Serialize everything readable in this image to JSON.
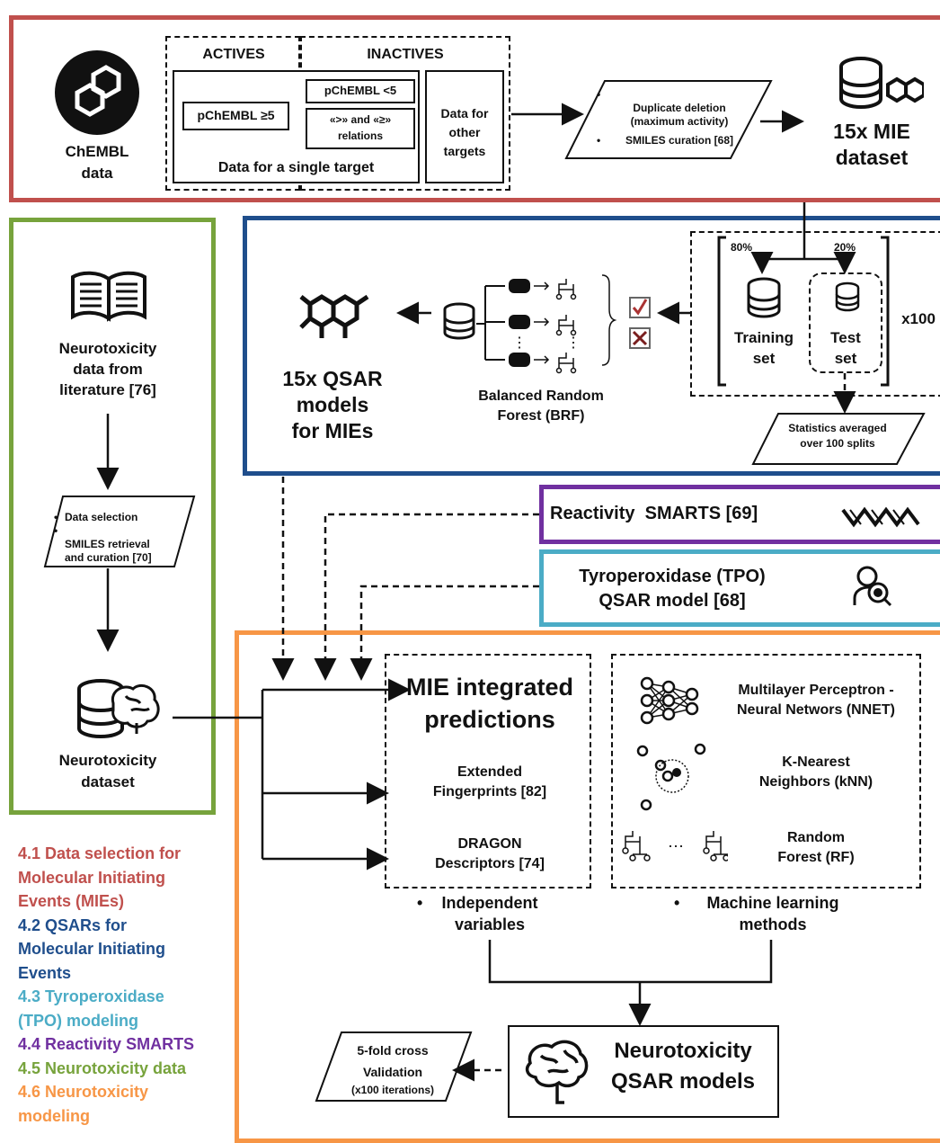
{
  "colors": {
    "mie_red": "#c0504d",
    "qsar_blue": "#1f4e8c",
    "tpo_cyan": "#4bacc6",
    "reactivity_purple": "#7030a0",
    "neurotox_green": "#77a33c",
    "modeling_orange": "#f79646"
  },
  "section_mie": {
    "chembl_label": "ChEMBL\ndata",
    "actives_header": "ACTIVES",
    "inactives_header": "INACTIVES",
    "pchembl_active": "pChEMBL ≥5",
    "pchembl_inactive": "pChEMBL <5",
    "relations": "«>» and «≥»\nrelations",
    "other_targets": "Data for\nother\ntargets",
    "single_target": "Data for a single target",
    "curation_steps": [
      "Duplicate deletion\n(maximum activity)",
      "SMILES curation [68]"
    ],
    "dataset_label": "15x MIE\ndataset"
  },
  "section_qsar": {
    "split_train_pct": "80%",
    "split_test_pct": "20%",
    "training_set": "Training\nset",
    "test_set": "Test\nset",
    "repeat": "x100",
    "statistics": "Statistics averaged\nover 100 splits",
    "brf_label": "Balanced Random\nForest (BRF)",
    "models_label": "15x QSAR\nmodels\nfor MIEs"
  },
  "section_neurotox": {
    "literature": "Neurotoxicity\ndata from\nliterature [76]",
    "steps": [
      "Data selection",
      "SMILES retrieval\nand curation [70]"
    ],
    "dataset": "Neurotoxicity\ndataset"
  },
  "section_reactivity": {
    "label": "Reactivity  SMARTS [69]"
  },
  "section_tpo": {
    "label": "Tyroperoxidase (TPO)\nQSAR model [68]"
  },
  "section_modeling": {
    "mie_integrated": "MIE integrated\npredictions",
    "extended_fp": "Extended\nFingerprints [82]",
    "dragon": "DRAGON\nDescriptors [74]",
    "nnet": "Multilayer Perceptron -\nNeural Networs (NNET)",
    "knn": "K-Nearest\nNeighbors (kNN)",
    "rf": "Random\nForest (RF)",
    "independent_vars": "Independent\nvariables",
    "ml_methods": "Machine learning\nmethods",
    "cross_validation": "5-fold cross\nValidation",
    "cv_iterations": "(x100 iterations)",
    "final_models": "Neurotoxicity\nQSAR models"
  },
  "legend": [
    {
      "text": "4.1 Data selection for\nMolecular Initiating\nEvents (MIEs)",
      "color": "#c0504d"
    },
    {
      "text": "4.2 QSARs for\nMolecular Initiating\nEvents",
      "color": "#1f4e8c"
    },
    {
      "text": "4.3 Tyroperoxidase\n(TPO) modeling",
      "color": "#4bacc6"
    },
    {
      "text": "4.4 Reactivity SMARTS",
      "color": "#7030a0"
    },
    {
      "text": "4.5 Neurotoxicity data",
      "color": "#77a33c"
    },
    {
      "text": "4.6 Neurotoxicity\nmodeling",
      "color": "#f79646"
    }
  ]
}
